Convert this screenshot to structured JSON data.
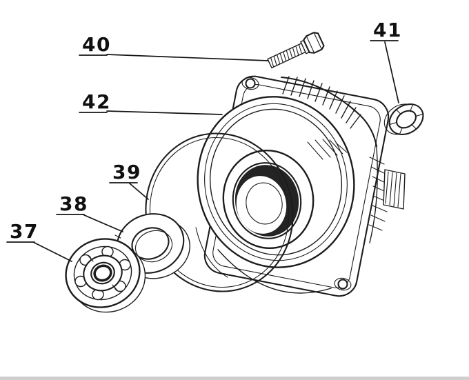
{
  "diagram": {
    "background": "#ffffff",
    "line_color": "#1c1c1c",
    "labels": [
      {
        "id": "37",
        "text": "37"
      },
      {
        "id": "38",
        "text": "38"
      },
      {
        "id": "39",
        "text": "39"
      },
      {
        "id": "40",
        "text": "40"
      },
      {
        "id": "41",
        "text": "41"
      },
      {
        "id": "42",
        "text": "42"
      }
    ]
  }
}
